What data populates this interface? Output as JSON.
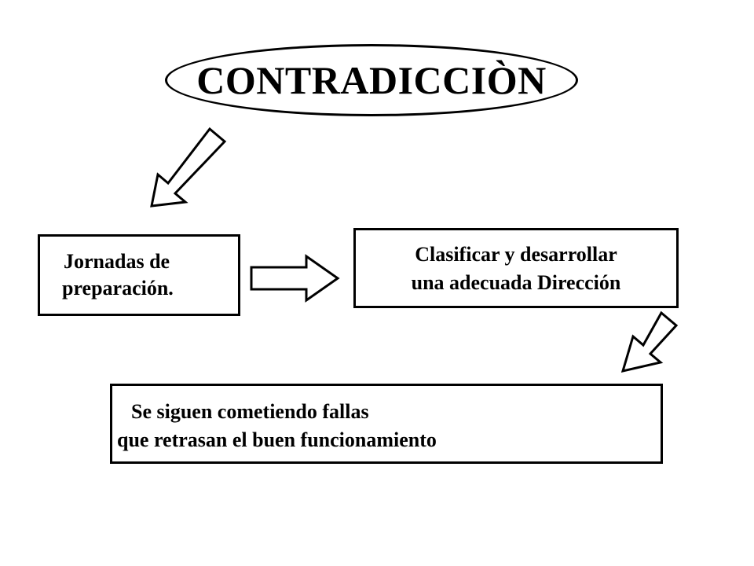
{
  "title": "CONTRADICCIÒN",
  "boxes": {
    "left": {
      "line1": "Jornadas de",
      "line2": "preparación."
    },
    "right": {
      "line1": "Clasificar y desarrollar",
      "line2": "una adecuada Dirección"
    },
    "bottom": {
      "line1": "Se siguen cometiendo fallas",
      "line2": "que retrasan el buen funcionamiento"
    }
  },
  "colors": {
    "stroke": "#000000",
    "background": "#ffffff"
  },
  "icons": {
    "arrow_title_to_left": "down-left-arrow-icon",
    "arrow_left_to_right": "right-arrow-icon",
    "arrow_right_to_bottom": "down-left-arrow-icon"
  }
}
